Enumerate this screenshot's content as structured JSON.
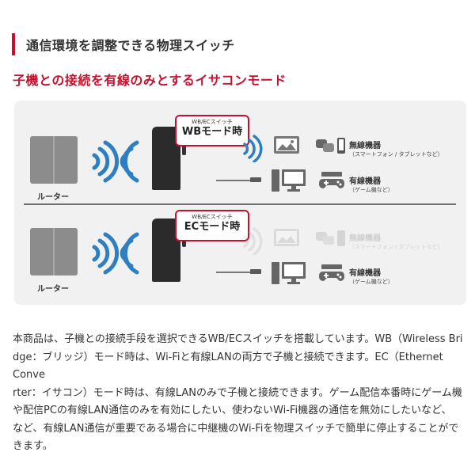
{
  "heading": "通信環境を調整できる物理スイッチ",
  "subheading": "子機との接続を有線のみとするイサコンモード",
  "diagram": {
    "top": {
      "router_label": "ルーター",
      "callout_small": "WB/ECスイッチ",
      "callout_big": "WBモード時",
      "wireless_label": "無線機器",
      "wireless_sub": "（スマートフォン / タブレットなど）",
      "wired_label": "有線機器",
      "wired_sub": "（ゲーム機など）"
    },
    "bottom": {
      "router_label": "ルーター",
      "callout_small": "WB/ECスイッチ",
      "callout_big": "ECモード時",
      "wireless_label": "無線機器",
      "wireless_sub": "（スマートフォン / タブレットなど）",
      "wired_label": "有線機器",
      "wired_sub": "（ゲーム機など）"
    }
  },
  "paragraph_lines": [
    "本商品は、子機との接続手段を選択できるWB/ECスイッチを搭載しています。WB（Wireless Bri",
    "dge：ブリッジ）モード時は、Wi-Fiと有線LANの両方で子機と接続できます。EC（Ethernet Conve",
    "rter：イサコン）モード時は、有線LANのみで子機と接続できます。ゲーム配信本番時にゲーム機",
    "や配信PCの有線LAN通信のみを有効にしたい、使わないWi-Fi機器の通信を無効にしたいなど、",
    "など、有線LAN通信が重要である場合に中継機のWi-Fiを物理スイッチで簡単に停止することがで",
    "きます。"
  ]
}
